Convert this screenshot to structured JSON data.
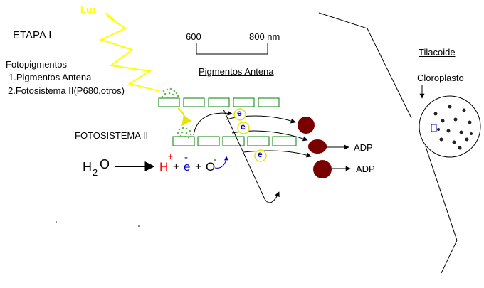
{
  "stage_title": "ETAPA I",
  "light_label": "Luz",
  "scale": {
    "start": "600",
    "end": "800 nm"
  },
  "antenna_title": "Pigmentos Antena",
  "photopigments": {
    "title": "Fotopigmentos",
    "item1": "1.Pigmentos Antena",
    "item2": "2.Fotosistema II(P680,otros)"
  },
  "photosystem_label": "FOTOSISTEMA II",
  "reaction": {
    "h": "H",
    "two": "2",
    "o": "O",
    "proton": "H",
    "plus_sign": "+",
    "plus1": "+",
    "electron": "e",
    "bar": "-",
    "plus2": "+",
    "oxygen": "O",
    "minus": "-"
  },
  "electron_symbol": "e",
  "adp_label": "ADP",
  "thylakoid_label": "Tilacoide",
  "chloroplast_label": "Cloroplasto",
  "colors": {
    "light_ray": "#ffff00",
    "membrane_green": "#008000",
    "speckle_green": "#66bb55",
    "red": "#ff0000",
    "blue": "#0000cc",
    "electron_ring": "#e6e600",
    "atp_dark": "#7a0000"
  }
}
